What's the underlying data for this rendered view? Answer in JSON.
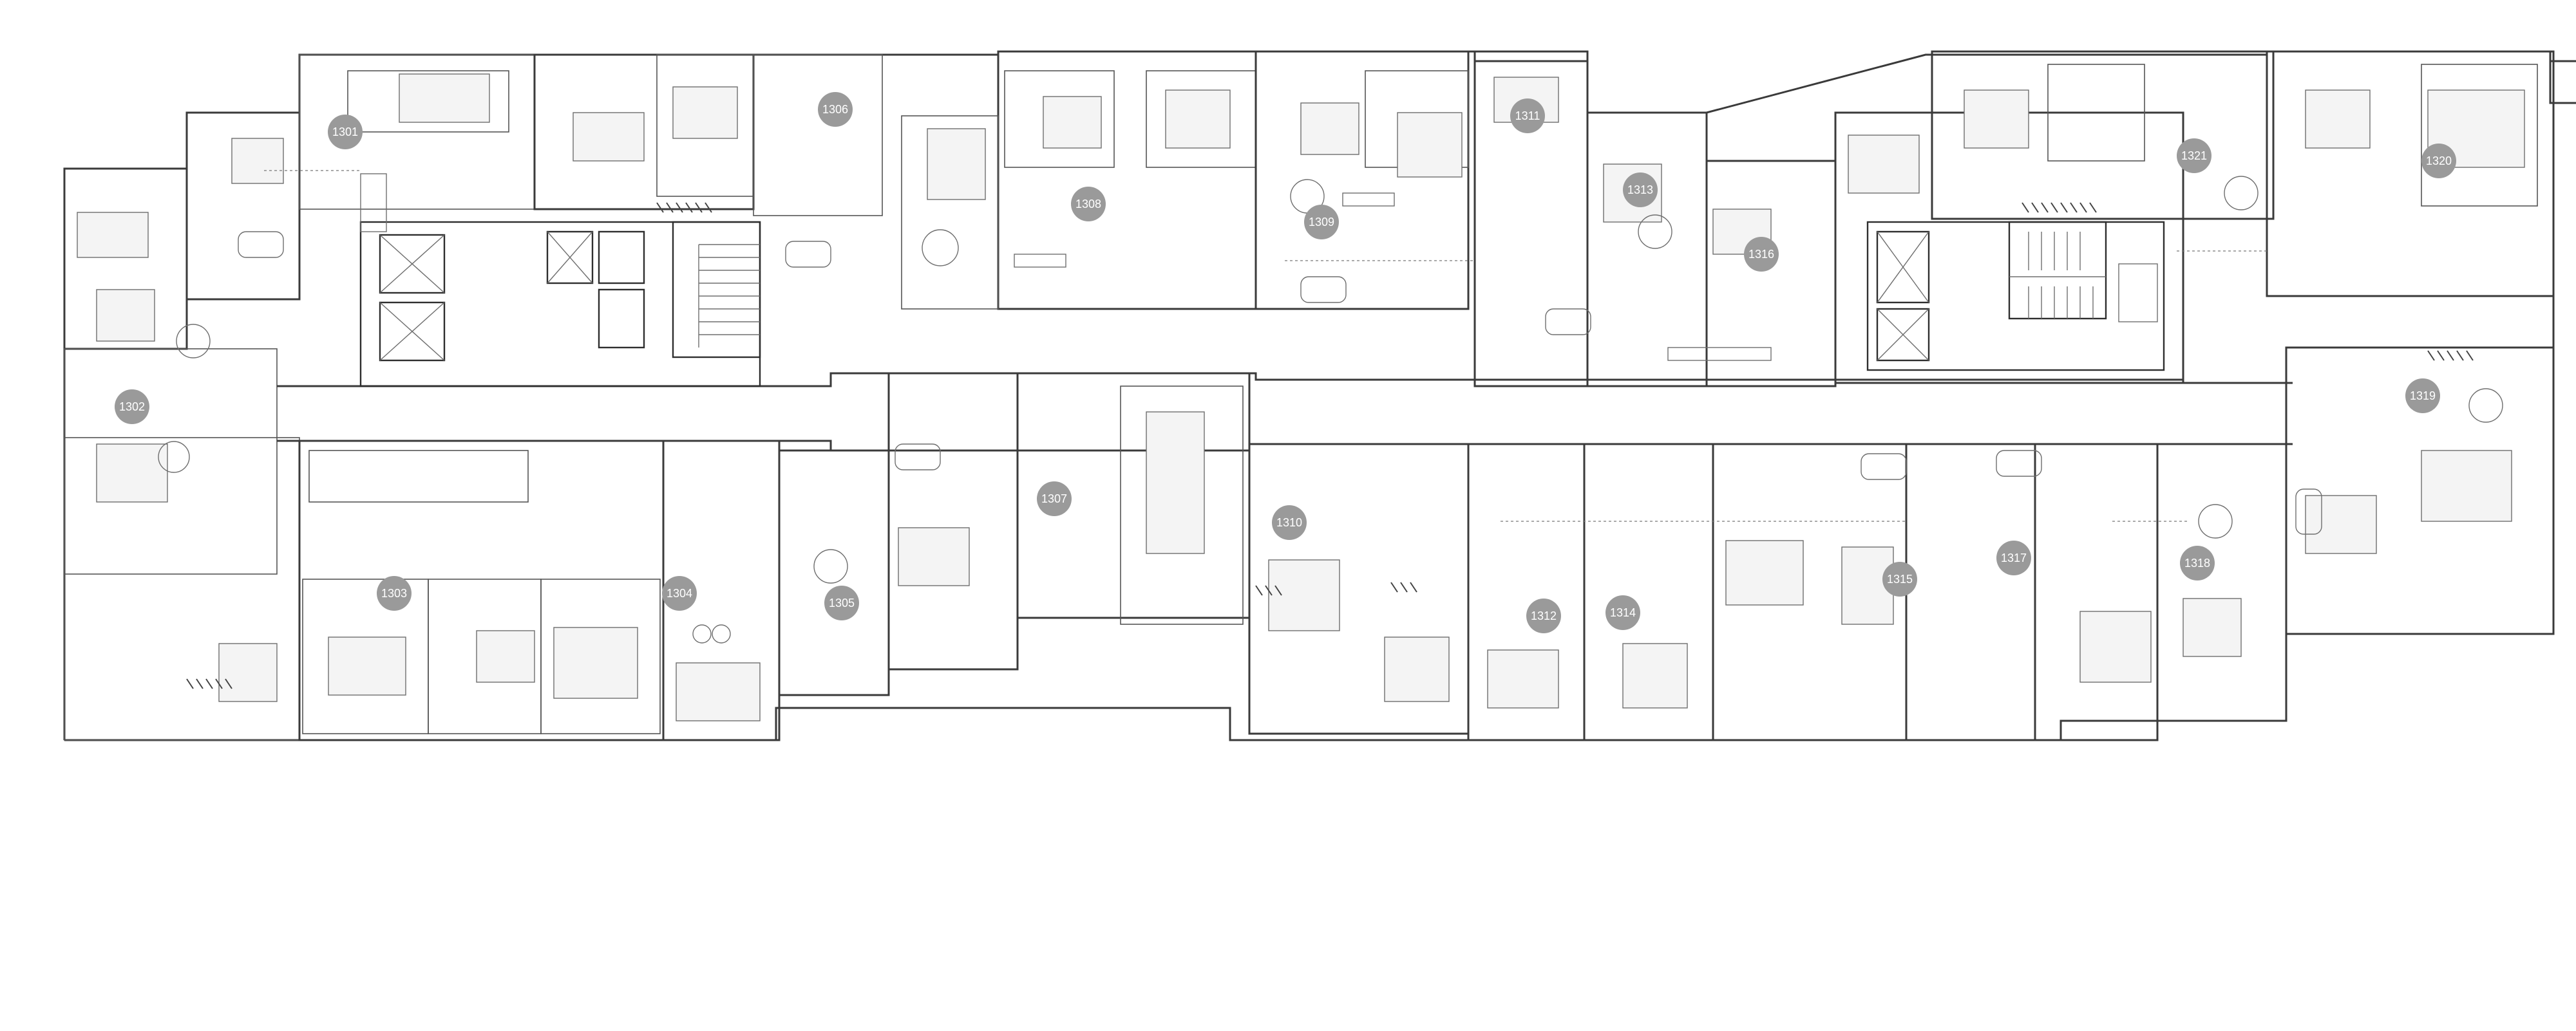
{
  "floor_plan": {
    "units": [
      {
        "id": "1301",
        "label": "1301"
      },
      {
        "id": "1302",
        "label": "1302"
      },
      {
        "id": "1303",
        "label": "1303"
      },
      {
        "id": "1304",
        "label": "1304"
      },
      {
        "id": "1305",
        "label": "1305"
      },
      {
        "id": "1306",
        "label": "1306"
      },
      {
        "id": "1307",
        "label": "1307"
      },
      {
        "id": "1308",
        "label": "1308"
      },
      {
        "id": "1309",
        "label": "1309"
      },
      {
        "id": "1310",
        "label": "1310"
      },
      {
        "id": "1311",
        "label": "1311"
      },
      {
        "id": "1312",
        "label": "1312"
      },
      {
        "id": "1313",
        "label": "1313"
      },
      {
        "id": "1314",
        "label": "1314"
      },
      {
        "id": "1315",
        "label": "1315"
      },
      {
        "id": "1316",
        "label": "1316"
      },
      {
        "id": "1317",
        "label": "1317"
      },
      {
        "id": "1318",
        "label": "1318"
      },
      {
        "id": "1319",
        "label": "1319"
      },
      {
        "id": "1320",
        "label": "1320"
      },
      {
        "id": "1321",
        "label": "1321"
      }
    ],
    "colors": {
      "badge": "#9a9a9a",
      "badge_text": "#ffffff",
      "walls": "#3a3a3a",
      "background": "#ffffff"
    }
  }
}
